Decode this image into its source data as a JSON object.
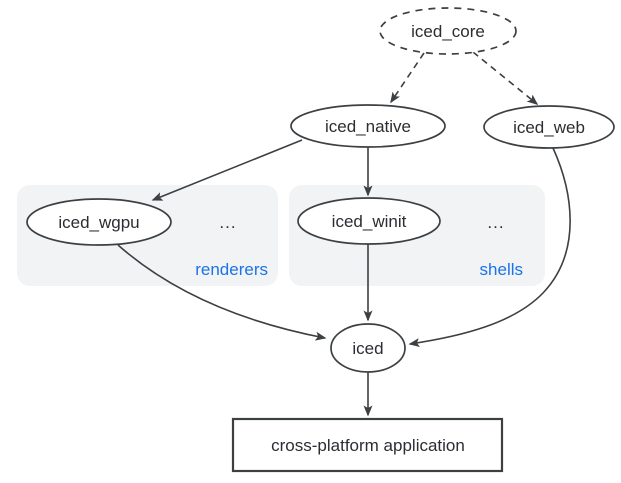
{
  "diagram": {
    "nodes": {
      "iced_core": "iced_core",
      "iced_native": "iced_native",
      "iced_web": "iced_web",
      "iced_wgpu": "iced_wgpu",
      "iced_winit": "iced_winit",
      "iced": "iced",
      "application": "cross-platform application"
    },
    "groups": {
      "renderers": {
        "label": "renderers",
        "more": "..."
      },
      "shells": {
        "label": "shells",
        "more": "..."
      }
    },
    "edges": [
      {
        "from": "iced_core",
        "to": "iced_native",
        "style": "dashed"
      },
      {
        "from": "iced_core",
        "to": "iced_web",
        "style": "dashed"
      },
      {
        "from": "iced_native",
        "to": "iced_wgpu",
        "style": "solid"
      },
      {
        "from": "iced_native",
        "to": "iced_winit",
        "style": "solid"
      },
      {
        "from": "iced_wgpu",
        "to": "iced",
        "style": "solid"
      },
      {
        "from": "iced_winit",
        "to": "iced",
        "style": "solid"
      },
      {
        "from": "iced_web",
        "to": "iced",
        "style": "solid"
      },
      {
        "from": "iced",
        "to": "application",
        "style": "solid"
      }
    ],
    "colors": {
      "stroke": "#3c4043",
      "text": "#2a2d31",
      "group_fill": "#f1f3f4",
      "group_label": "#1a73e8",
      "background": "#ffffff"
    }
  }
}
